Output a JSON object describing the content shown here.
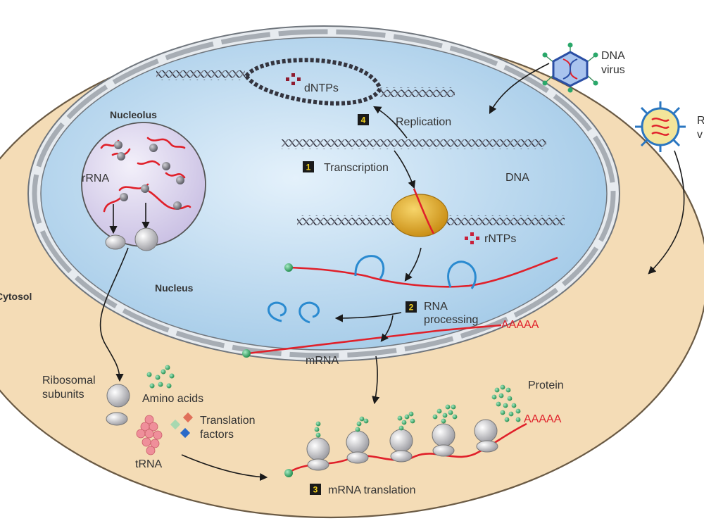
{
  "labels": {
    "dna_virus_line1": "DNA",
    "dna_virus_line2": "virus",
    "rna_virus_line1": "R",
    "rna_virus_line2": "v",
    "dntps": "dNTPs",
    "replication": "Replication",
    "transcription": "Transcription",
    "dna": "DNA",
    "rntps": "rNTPs",
    "rna_processing_line1": "RNA",
    "rna_processing_line2": "processing",
    "poly_a_upper": "AAAAA",
    "mrna": "mRNA",
    "nucleolus": "Nucleolus",
    "rrna": "rRNA",
    "nucleus": "Nucleus",
    "cytosol": "Cytosol",
    "ribosomal_subunits_line1": "Ribosomal",
    "ribosomal_subunits_line2": "subunits",
    "amino_acids": "Amino acids",
    "translation_factors_line1": "Translation",
    "translation_factors_line2": "factors",
    "trna": "tRNA",
    "protein": "Protein",
    "poly_a_lower": "AAAAA",
    "mrna_translation": "mRNA translation"
  },
  "steps": {
    "transcription": "1",
    "rna_processing": "2",
    "mrna_translation": "3",
    "replication": "4"
  },
  "colors": {
    "cytosol": "#f4dcb6",
    "nucleus": "#b9d8ee",
    "envelope": "#8a8f96",
    "nucleolus": "#dcd6ee",
    "rna": "#e0202a",
    "loop": "#2a8ad0",
    "dna": "#3a3a48",
    "polymerase": "#e8a614",
    "amino_acid": "#7dd3a3",
    "badge": "#1a1a1a"
  }
}
